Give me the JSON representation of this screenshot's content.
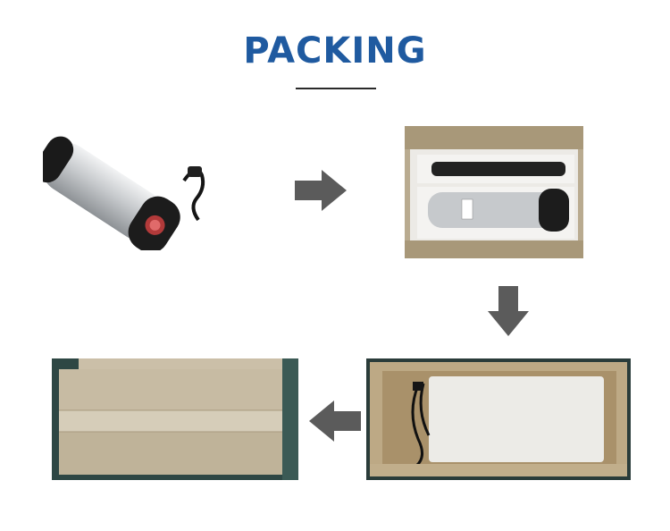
{
  "heading": {
    "title": "PACKING"
  },
  "colors": {
    "title": "#1f5aa0",
    "arrow": "#5b5b5b",
    "cardboard": "#b8a98e",
    "foam": "#ecebe8",
    "battery_silver": "#c9ccd0",
    "battery_black": "#1a1a1a"
  },
  "steps": [
    {
      "name": "battery",
      "icon": "battery-image"
    },
    {
      "name": "battery-in-foam",
      "icon": "foam-box-image"
    },
    {
      "name": "box-open-with-foam",
      "icon": "open-box-image"
    },
    {
      "name": "sealed-cartons",
      "icon": "sealed-box-image"
    }
  ],
  "arrows": [
    {
      "name": "arrow-right",
      "icon": "arrow-right-icon"
    },
    {
      "name": "arrow-down",
      "icon": "arrow-down-icon"
    },
    {
      "name": "arrow-left",
      "icon": "arrow-left-icon"
    }
  ]
}
